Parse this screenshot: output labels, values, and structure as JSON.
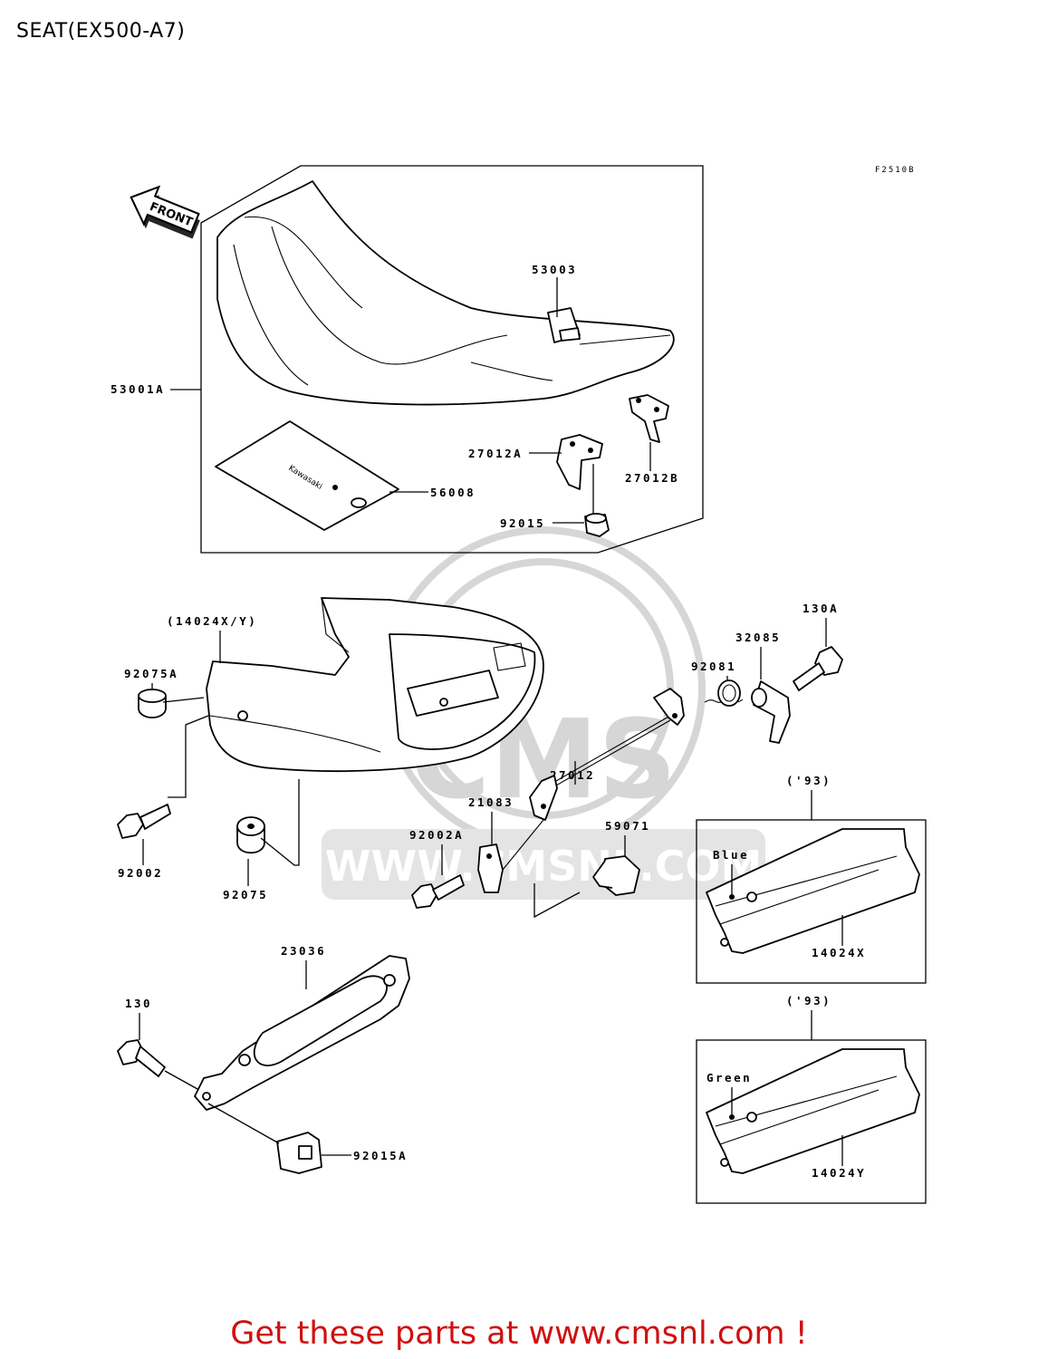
{
  "title": "SEAT(EX500-A7)",
  "figure_code": "F2510B",
  "front_arrow_text": "FRONT",
  "watermark": {
    "logo": "CMS",
    "url": "WWW.CMSNL.COM"
  },
  "labels": {
    "p53003": "53003",
    "p53001A": "53001A",
    "p27012A": "27012A",
    "p27012B": "27012B",
    "p56008": "56008",
    "p92015": "92015",
    "p14024XY": "(14024X/Y)",
    "p92075A": "92075A",
    "p92002": "92002",
    "p92075": "92075",
    "p27012": "27012",
    "p21083": "21083",
    "p92002A": "92002A",
    "p59071": "59071",
    "p92081": "92081",
    "p32085": "32085",
    "p130A": "130A",
    "p23036": "23036",
    "p130": "130",
    "p92015A": "92015A",
    "year1": "('93)",
    "year2": "('93)",
    "blue": "Blue",
    "green": "Green",
    "p14024X": "14024X",
    "p14024Y": "14024Y"
  },
  "promo": "Get these parts at www.cmsnl.com !"
}
